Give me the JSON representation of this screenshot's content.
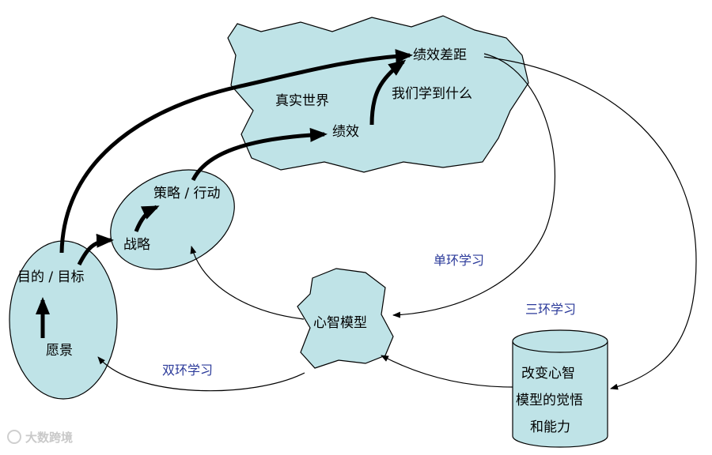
{
  "diagram": {
    "nodes": {
      "real_world": "真实世界",
      "performance_gap": "绩效差距",
      "what_we_learn": "我们学到什么",
      "performance": "绩效",
      "tactics_action": "策略 / 行动",
      "strategy": "战略",
      "purpose_goal": "目的 / 目标",
      "vision": "愿景",
      "mental_model": "心智模型",
      "awareness_line1": "改变心智",
      "awareness_line2": "模型的觉悟",
      "awareness_line3": "和能力"
    },
    "loops": {
      "single_loop": "单环学习",
      "double_loop": "双环学习",
      "triple_loop": "三环学习"
    },
    "colors": {
      "shape_fill": "#bfe3e7",
      "outline": "#000000",
      "loop_label": "#2b3a9a"
    }
  },
  "watermark": {
    "text": "大数跨境"
  }
}
